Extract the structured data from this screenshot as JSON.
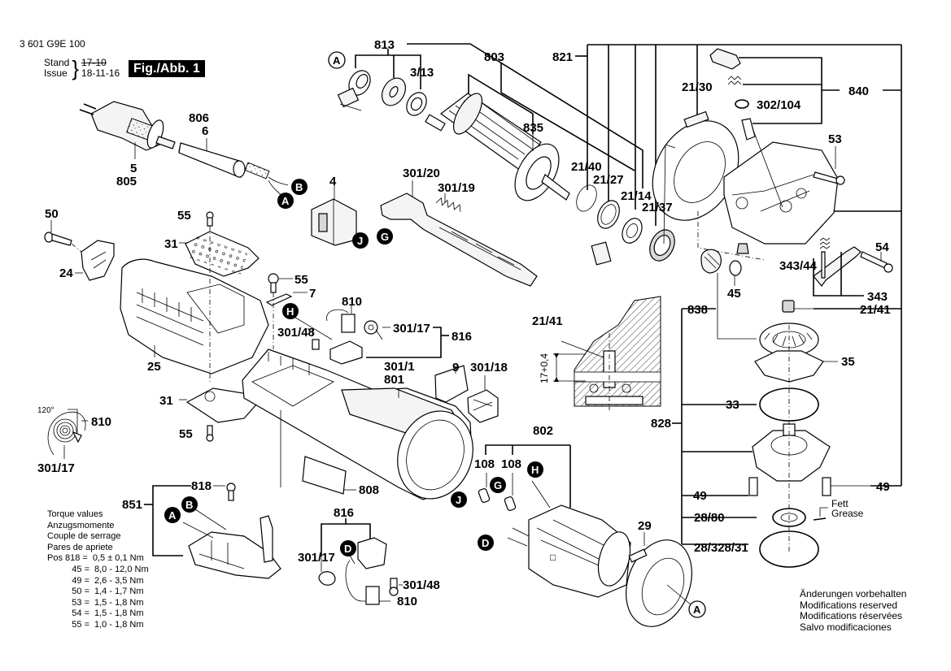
{
  "header": {
    "doc_number": "3 601 G9E 100",
    "stand_label": "Stand",
    "issue_label": "Issue",
    "stand_value": "17-10",
    "issue_value": "18-11-16",
    "figure_badge": "Fig./Abb. 1"
  },
  "torque_table": {
    "titles": [
      "Torque values",
      "Anzugsmomente",
      "Couple de serrage",
      "Pares de apriete"
    ],
    "rows": [
      {
        "pos": "Pos 818 =",
        "value": "0,5 ± 0,1 Nm"
      },
      {
        "pos": "45 =",
        "value": "8,0 - 12,0 Nm"
      },
      {
        "pos": "49 =",
        "value": "2,6 - 3,5 Nm"
      },
      {
        "pos": "50 =",
        "value": "1,4 - 1,7 Nm"
      },
      {
        "pos": "53 =",
        "value": "1,5 - 1,8 Nm"
      },
      {
        "pos": "54 =",
        "value": "1,5 - 1,8 Nm"
      },
      {
        "pos": "55 =",
        "value": "1,0 - 1,8 Nm"
      }
    ]
  },
  "notice": [
    "Änderungen vorbehalten",
    "Modifications reserved",
    "Modifications réservées",
    "Salvo modificaciones"
  ],
  "grease_note": {
    "line1": "Fett",
    "line2": "Grease"
  },
  "dimension_note": "17+0,4",
  "angle_note": "120°",
  "connection_markers": {
    "A": "A",
    "B": "B",
    "D": "D",
    "G": "G",
    "H": "H",
    "J": "J"
  },
  "part_labels": {
    "p813": "813",
    "p803": "803",
    "p821": "821",
    "p3_13": "3/13",
    "p835": "835",
    "p21_30": "21/30",
    "p840": "840",
    "p302_104": "302/104",
    "p53": "53",
    "p806": "806",
    "p6": "6",
    "p5": "5",
    "p805": "805",
    "p4": "4",
    "p301_20": "301/20",
    "p301_19": "301/19",
    "p21_40": "21/40",
    "p21_27": "21/27",
    "p21_14": "21/14",
    "p21_37": "21/37",
    "p50": "50",
    "p55a": "55",
    "p31a": "31",
    "p24": "24",
    "p25": "25",
    "p55b": "55",
    "p7": "7",
    "p810a": "810",
    "p301_17a": "301/17",
    "p816a": "816",
    "p301_48a": "301/48",
    "p21_41a": "21/41",
    "p54": "54",
    "p343_44": "343/44",
    "p343": "343",
    "p45": "45",
    "p838": "838",
    "p21_41b": "21/41",
    "p35": "35",
    "p33": "33",
    "p828": "828",
    "p49a": "49",
    "p49b": "49",
    "p28_80": "28/80",
    "p28_328_31": "28/328/31",
    "p301_1": "301/1",
    "p801": "801",
    "p9": "9",
    "p301_18": "301/18",
    "p31b": "31",
    "p55c": "55",
    "p810b": "810",
    "p301_17b": "301/17",
    "p802": "802",
    "p108a": "108",
    "p108b": "108",
    "p808": "808",
    "p851": "851",
    "p818": "818",
    "p816b": "816",
    "p301_17c": "301/17",
    "p301_48b": "301/48",
    "p810c": "810",
    "p29": "29"
  }
}
